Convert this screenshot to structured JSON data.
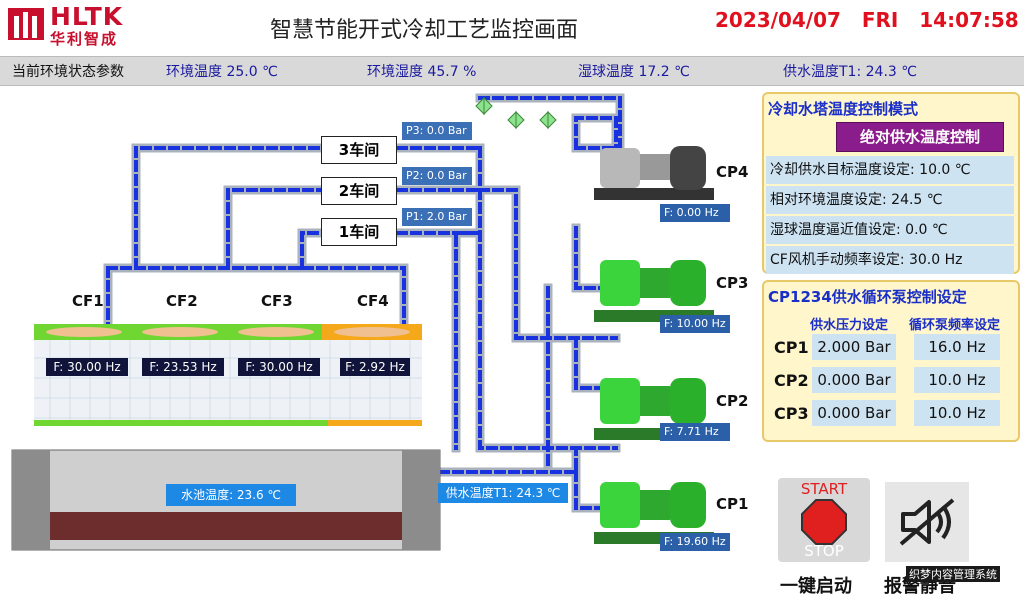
{
  "header": {
    "logo_text": "HLTK",
    "logo_sub": "华利智成",
    "title": "智慧节能开式冷却工艺监控画面",
    "date": "2023/04/07",
    "weekday": "FRI",
    "time": "14:07:58"
  },
  "env": {
    "title": "当前环境状态参数",
    "env_temp": "环境温度 25.0 ℃",
    "env_humidity": "环境湿度 45.7 %",
    "wet_bulb": "湿球温度 17.2 ℃",
    "supply_t1": "供水温度T1: 24.3 ℃"
  },
  "workshops": [
    {
      "name": "3车间",
      "pressure": "P3:  0.0 Bar"
    },
    {
      "name": "2车间",
      "pressure": "P2:  0.0 Bar"
    },
    {
      "name": "1车间",
      "pressure": "P1:  2.0 Bar"
    }
  ],
  "fans": [
    {
      "name": "CF1",
      "freq": "F: 30.00 Hz",
      "color": "#6fd632"
    },
    {
      "name": "CF2",
      "freq": "F: 23.53 Hz",
      "color": "#6fd632"
    },
    {
      "name": "CF3",
      "freq": "F: 30.00 Hz",
      "color": "#6fd632"
    },
    {
      "name": "CF4",
      "freq": "F: 2.92 Hz",
      "color": "#f4a81a"
    }
  ],
  "pumps": [
    {
      "name": "CP4",
      "freq": "F: 0.00 Hz",
      "status": "stopped"
    },
    {
      "name": "CP3",
      "freq": "F: 10.00 Hz",
      "status": "running"
    },
    {
      "name": "CP2",
      "freq": "F: 7.71 Hz",
      "status": "running"
    },
    {
      "name": "CP1",
      "freq": "F: 19.60 Hz",
      "status": "running"
    }
  ],
  "pool": {
    "temp": "水池温度: 23.6 ℃"
  },
  "supply": {
    "temp": "供水温度T1:  24.3 ℃"
  },
  "tower_panel": {
    "title": "冷却水塔温度控制模式",
    "mode": "绝对供水温度控制",
    "rows": [
      "冷却供水目标温度设定:  10.0 ℃",
      "相对环境温度设定:  24.5 ℃",
      "湿球温度逼近值设定:  0.0 ℃",
      "CF风机手动频率设定:  30.0 Hz"
    ]
  },
  "pump_panel": {
    "title": "CP1234供水循环泵控制设定",
    "col1": "供水压力设定",
    "col2": "循环泵频率设定",
    "rows": [
      {
        "name": "CP1",
        "pressure": "2.000 Bar",
        "freq": "16.0 Hz"
      },
      {
        "name": "CP2",
        "pressure": "0.000 Bar",
        "freq": "10.0 Hz"
      },
      {
        "name": "CP3",
        "pressure": "0.000 Bar",
        "freq": "10.0 Hz"
      }
    ]
  },
  "buttons": {
    "start_top": "START",
    "start_bottom": "STOP",
    "start_label": "一键启动",
    "alarm_label": "报警静音"
  },
  "watermark": "织梦内容管理系统"
}
